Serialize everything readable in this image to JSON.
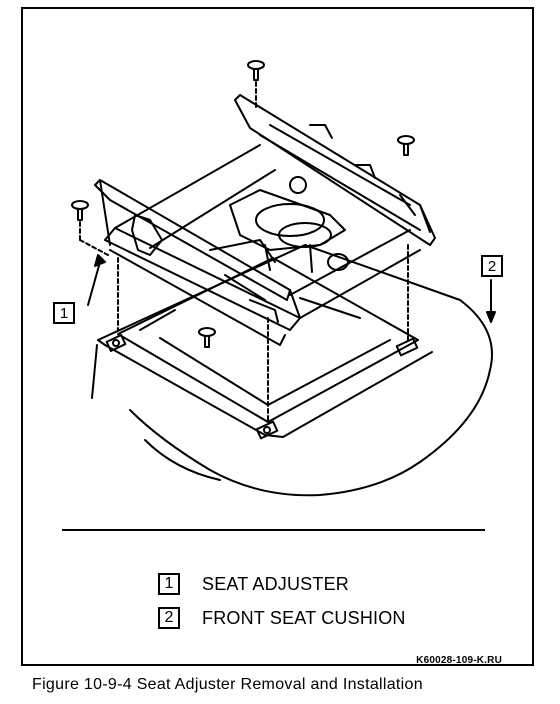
{
  "callouts": [
    {
      "num": "1"
    },
    {
      "num": "2"
    }
  ],
  "legend": [
    {
      "num": "1",
      "label": "SEAT ADJUSTER"
    },
    {
      "num": "2",
      "label": "FRONT SEAT CUSHION"
    }
  ],
  "figure_code": "K60028-109-K.RU",
  "caption": "Figure 10-9-4 Seat Adjuster Removal and Installation"
}
